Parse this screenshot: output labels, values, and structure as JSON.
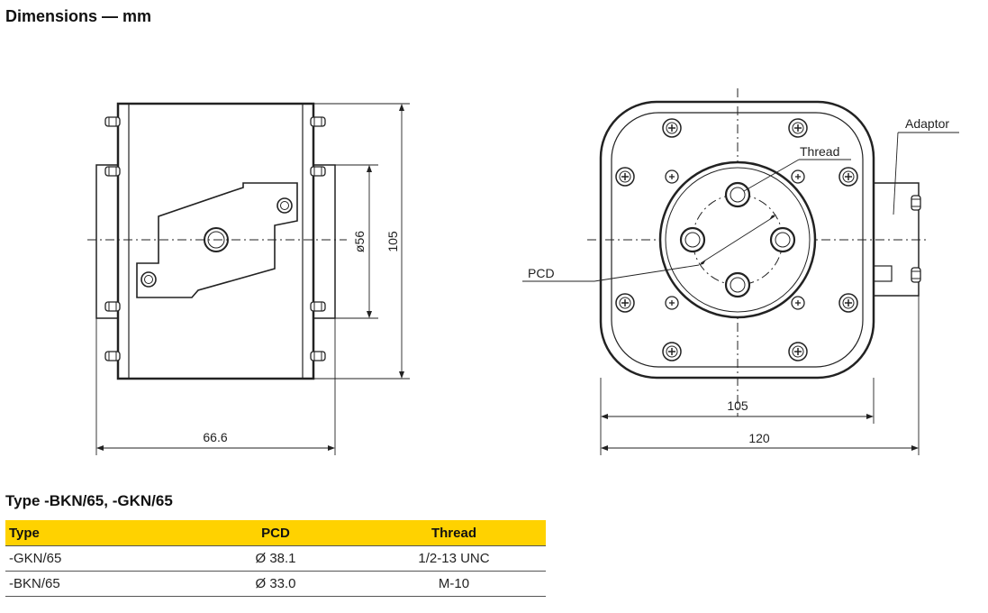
{
  "heading": "Dimensions — mm",
  "drawing": {
    "side_view": {
      "width_dim": "66.6",
      "height_dim": "105",
      "diameter_dim": "ø56"
    },
    "front_view": {
      "inner_width_dim": "105",
      "overall_width_dim": "120",
      "adaptor_label": "Adaptor",
      "thread_label": "Thread",
      "pcd_label": "PCD"
    }
  },
  "table": {
    "title": "Type -BKN/65, -GKN/65",
    "columns": [
      "Type",
      "PCD",
      "Thread"
    ],
    "rows": [
      {
        "type": "-GKN/65",
        "pcd": "Ø 38.1",
        "thread": "1/2-13 UNC"
      },
      {
        "type": "-BKN/65",
        "pcd": "Ø 33.0",
        "thread": "M-10"
      }
    ]
  },
  "colors": {
    "table_header": "#ffd200"
  }
}
